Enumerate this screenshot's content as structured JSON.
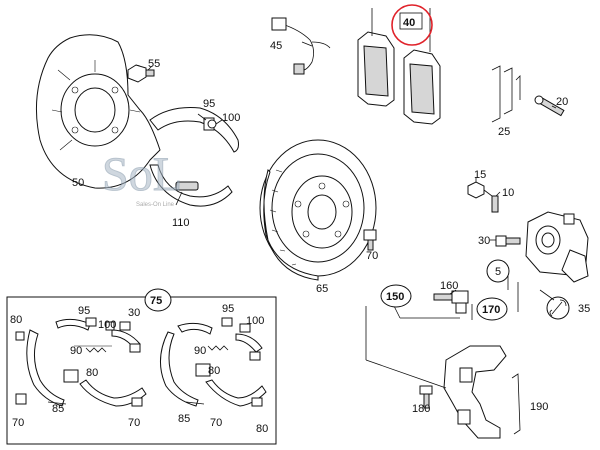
{
  "watermark": {
    "logo_text": "SoL",
    "subtitle": "Sales-On Line"
  },
  "part_numbers": {
    "p40": "40",
    "p45": "45",
    "p55": "55",
    "p50": "50",
    "p95a": "95",
    "p100a": "100",
    "p110": "110",
    "p65": "65",
    "p70a": "70",
    "p20": "20",
    "p25": "25",
    "p15": "15",
    "p10": "10",
    "p30a": "30",
    "p5": "5",
    "p160": "160",
    "p150": "150",
    "p170": "170",
    "p35": "35",
    "p180": "180",
    "p190": "190",
    "kit": {
      "p75": "75",
      "p80a": "80",
      "p95b": "95",
      "p100b": "100",
      "p30b": "30",
      "p90a": "90",
      "p80b": "80",
      "p85a": "85",
      "p70b": "70",
      "p70c": "70",
      "p95c": "95",
      "p100c": "100",
      "p90b": "90",
      "p80c": "80",
      "p85b": "85",
      "p70d": "70",
      "p80d": "80"
    }
  },
  "highlight_color": "#e0222a"
}
